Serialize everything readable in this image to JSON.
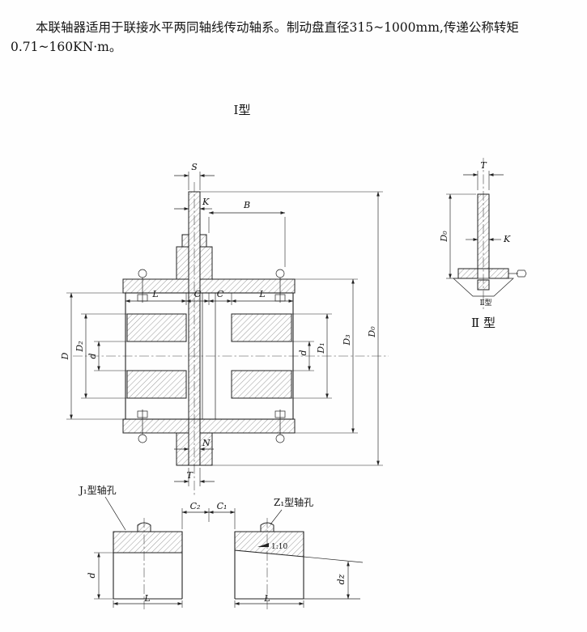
{
  "intro": {
    "text": "本联轴器适用于联接水平两同轴线传动轴系。制动盘直径315~1000mm,传递公称转矩0.71~160KN·m。"
  },
  "captions": {
    "type1": "Ⅰ型",
    "type2": "Ⅱ 型",
    "type2_small": "Ⅱ型",
    "j1_hole": "J₁型轴孔",
    "z1_hole": "Z₁型轴孔"
  },
  "dim_labels": {
    "S": "S",
    "K": "K",
    "B": "B",
    "L": "L",
    "C": "C",
    "N": "N",
    "T": "T",
    "D": "D",
    "D2": "D₂",
    "d": "d",
    "D1": "D₁",
    "D3": "D₃",
    "D0": "D₀",
    "C1": "C₁",
    "C2": "C₂",
    "dz": "dz",
    "taper": "1:10"
  }
}
